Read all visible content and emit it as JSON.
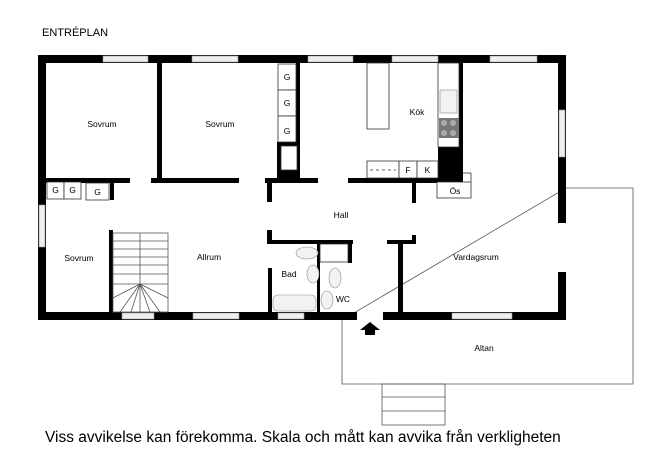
{
  "title": "ENTRÉPLAN",
  "caption": "Viss avvikelse kan förekomma. Skala och mått kan avvika från verkligheten",
  "rooms": {
    "sovrum_1": "Sovrum",
    "sovrum_2": "Sovrum",
    "sovrum_3": "Sovrum",
    "kok": "Kök",
    "hall": "Hall",
    "allrum": "Allrum",
    "bad": "Bad",
    "wc": "WC",
    "vardagsrum": "Vardagsrum",
    "altan": "Altan"
  },
  "fixtures": {
    "garderob": "G",
    "frys": "F",
    "kyl": "K",
    "os": "Ös"
  }
}
